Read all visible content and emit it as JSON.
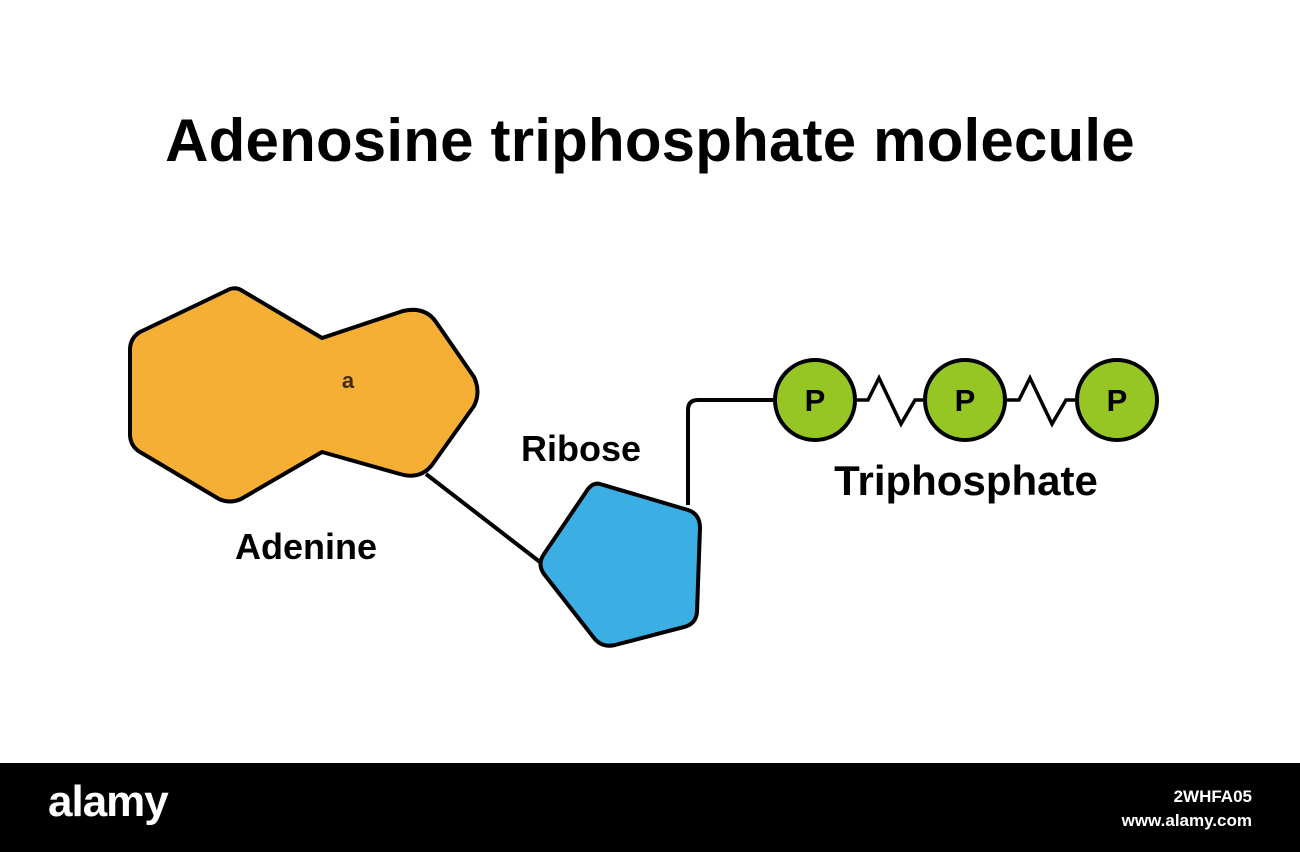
{
  "title": "Adenosine triphosphate molecule",
  "labels": {
    "adenine": "Adenine",
    "ribose": "Ribose",
    "triphosphate": "Triphosphate"
  },
  "phosphates": [
    "P",
    "P",
    "P"
  ],
  "watermark_mark": "a",
  "footer": {
    "logo": "alamy",
    "image_id": "2WHFA05",
    "url": "www.alamy.com"
  },
  "colors": {
    "adenine": "#F5AF35",
    "ribose": "#3BAFE3",
    "phosphate": "#95C623",
    "outline": "#000000",
    "footer_bg": "#000000"
  }
}
